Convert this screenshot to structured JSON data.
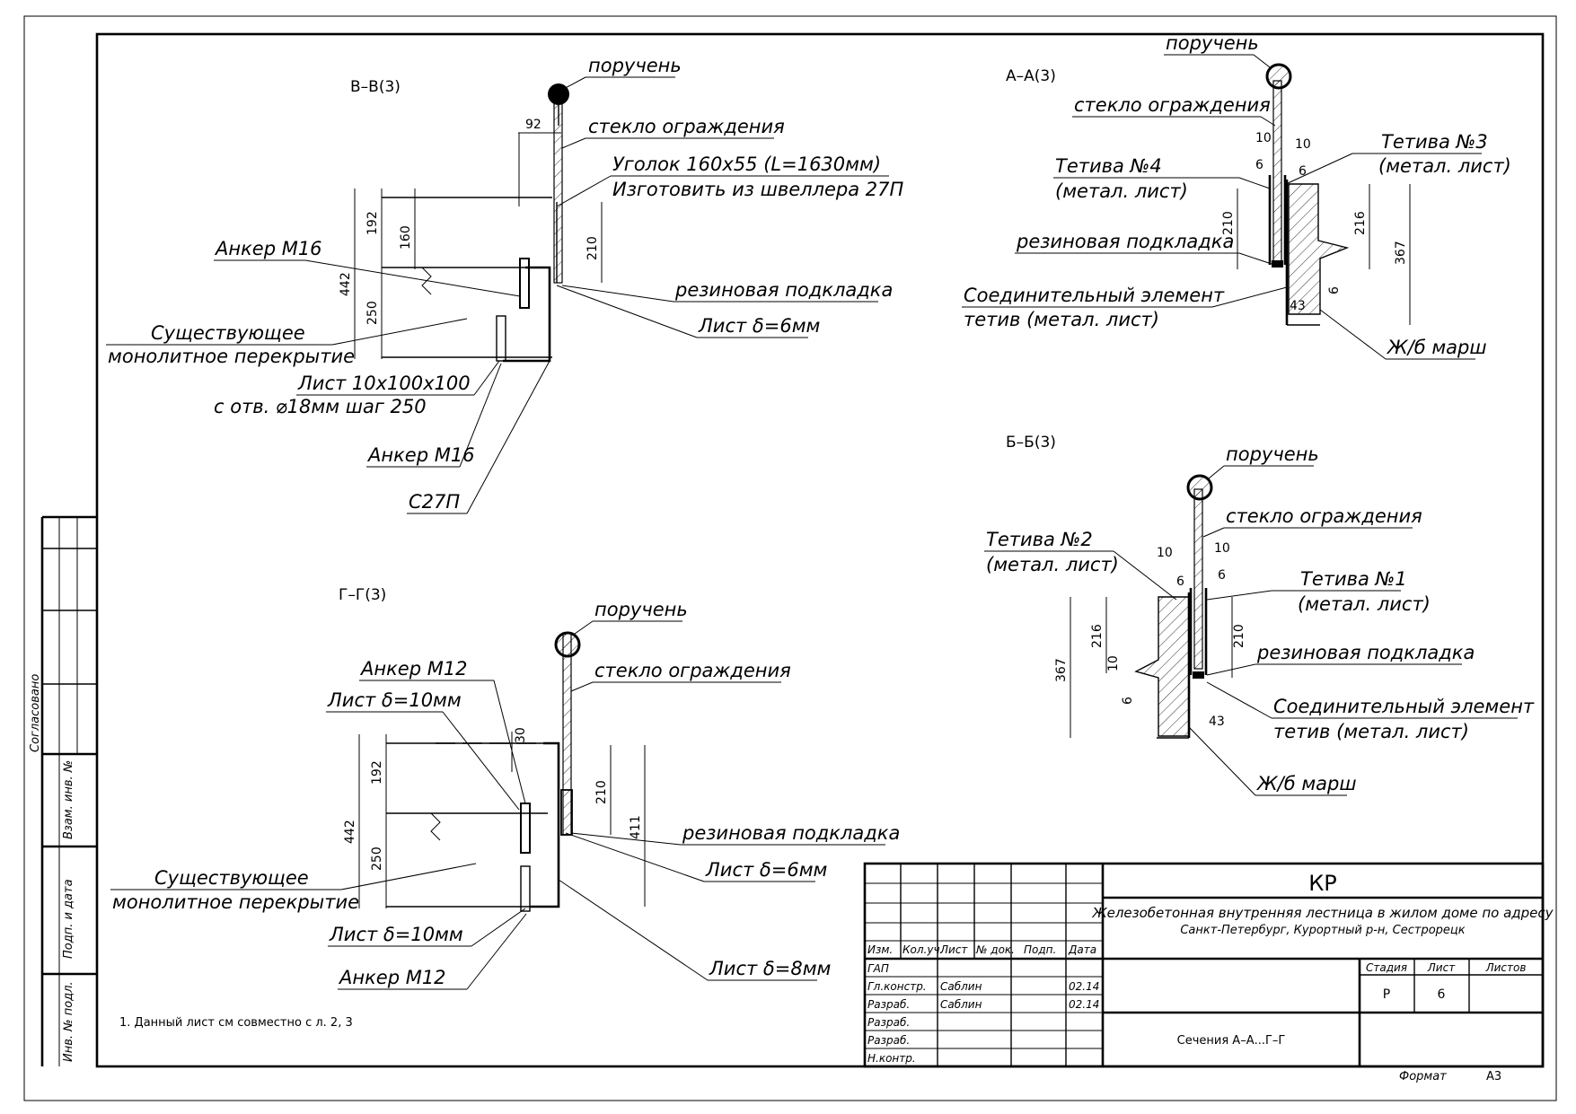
{
  "sections": {
    "vv": {
      "title": "В–В(3)",
      "labels": {
        "handrail": "поручень",
        "glass": "стекло ограждения",
        "angle": "Уголок 160x55 (L=1630мм)",
        "make_from": "Изготовить из швеллера 27П",
        "anchor1": "Анкер М16",
        "rubber": "резиновая подкладка",
        "sheet": "Лист δ=6мм",
        "slab1": "Существующее",
        "slab2": "монолитное перекрытие",
        "plate1": "Лист 10x100x100",
        "plate2": "с отв. ⌀18мм шаг 250",
        "anchor2": "Анкер М16",
        "channel": "С27П"
      },
      "dims": {
        "d92": "92",
        "d192": "192",
        "d160": "160",
        "d442": "442",
        "d250": "250",
        "d210": "210"
      }
    },
    "gg": {
      "title": "Г–Г(3)",
      "labels": {
        "handrail": "поручень",
        "glass": "стекло ограждения",
        "anchor_top": "Анкер М12",
        "sheet10_top": "Лист δ=10мм",
        "rubber": "резиновая подкладка",
        "sheet6": "Лист δ=6мм",
        "slab1": "Существующее",
        "slab2": "монолитное перекрытие",
        "sheet10_bottom": "Лист δ=10мм",
        "anchor_bottom": "Анкер М12",
        "sheet8": "Лист δ=8мм"
      },
      "dims": {
        "d30": "30",
        "d192": "192",
        "d442": "442",
        "d250": "250",
        "d210": "210",
        "d411": "411"
      }
    },
    "aa": {
      "title": "А–А(3)",
      "labels": {
        "handrail": "поручень",
        "glass": "стекло ограждения",
        "stringer4a": "Тетива №4",
        "stringer4b": "(метал. лист)",
        "stringer3a": "Тетива №3",
        "stringer3b": "(метал. лист)",
        "rubber": "резиновая подкладка",
        "connector1": "Соединительный элемент",
        "connector2": "тетив (метал. лист)",
        "flight": "Ж/б марш"
      },
      "dims": {
        "d10a": "10",
        "d10b": "10",
        "d6a": "6",
        "d6b": "6",
        "d210": "210",
        "d216": "216",
        "d367": "367",
        "d6c": "6",
        "d43": "43"
      }
    },
    "bb": {
      "title": "Б–Б(3)",
      "labels": {
        "handrail": "поручень",
        "glass": "стекло ограждения",
        "stringer2a": "Тетива №2",
        "stringer2b": "(метал. лист)",
        "stringer1a": "Тетива №1",
        "stringer1b": "(метал. лист)",
        "rubber": "резиновая подкладка",
        "connector1": "Соединительный элемент",
        "connector2": "тетив (метал. лист)",
        "flight": "Ж/б марш"
      },
      "dims": {
        "d10a": "10",
        "d10b": "10",
        "d6a": "6",
        "d6b": "6",
        "d216": "216",
        "d367": "367",
        "d10c": "10",
        "d6c": "6",
        "d210": "210",
        "d43": "43"
      }
    }
  },
  "note": "1. Данный лист см совместно с л. 2, 3",
  "side_stamp": {
    "agreed": "Согласовано",
    "replace_inv": "Взам. инв. №",
    "sign_date": "Подп. и дата",
    "inv_orig": "Инв. № подл."
  },
  "title_block": {
    "code": "КР",
    "project_line1": "Железобетонная внутренняя лестница в жилом доме по адресу",
    "project_line2": "Санкт-Петербург, Курортный р-н, Сестрорецк",
    "headers": {
      "izm": "Изм.",
      "kol": "Кол.уч.",
      "list": "Лист",
      "ndoc": "№ док.",
      "podp": "Подп.",
      "data": "Дата"
    },
    "roles": [
      {
        "role": "ГАП",
        "name": "",
        "date": ""
      },
      {
        "role": "Гл.констр.",
        "name": "Саблин",
        "date": "02.14"
      },
      {
        "role": "Разраб.",
        "name": "Саблин",
        "date": "02.14"
      },
      {
        "role": "Разраб.",
        "name": "",
        "date": ""
      },
      {
        "role": "Разраб.",
        "name": "",
        "date": ""
      },
      {
        "role": "Н.контр.",
        "name": "",
        "date": ""
      }
    ],
    "stage_label": "Стадия",
    "sheet_label": "Лист",
    "sheets_label": "Листов",
    "stage": "Р",
    "sheet": "6",
    "sheets": "",
    "sheet_title": "Сечения А–А...Г–Г",
    "format_label": "Формат",
    "format": "А3"
  }
}
